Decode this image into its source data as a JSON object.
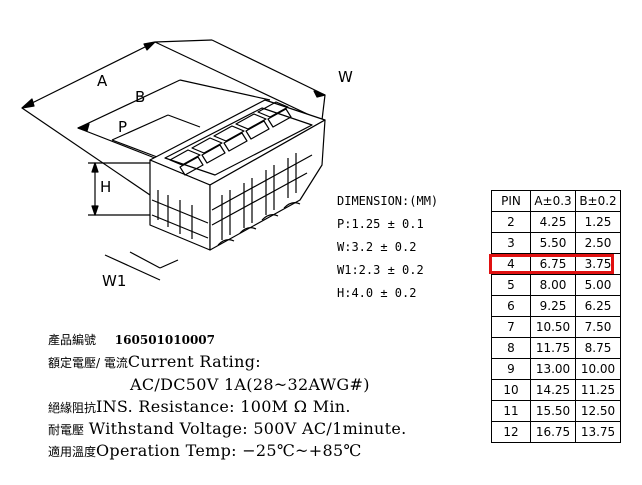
{
  "drawing": {
    "labels": {
      "a": "A",
      "b": "B",
      "p": "P",
      "w": "W",
      "h": "H",
      "w1": "W1"
    }
  },
  "dimensions": {
    "title": "DIMENSION:(MM)",
    "lines": [
      "P:1.25 ± 0.1",
      "W:3.2 ± 0.2",
      "W1:2.3 ± 0.2",
      "H:4.0 ± 0.2"
    ]
  },
  "specs": {
    "part_label": "產品編號",
    "part_number": "160501010007",
    "current_label": "額定電壓/ 電流",
    "current_text": "Current  Rating:",
    "current_value": "AC/DC50V  1A(28~32AWG#)",
    "insulation_label": "絕緣阻抗",
    "insulation_text": "INS. Resistance: 100M Ω Min.",
    "withstand_label": "耐電壓",
    "withstand_text": "Withstand  Voltage:  500V  AC/1minute.",
    "temp_label": "適用溫度",
    "temp_text": "Operation  Temp: −25℃~+85℃"
  },
  "table": {
    "headers": [
      "PIN",
      "A±0.3",
      "B±0.2"
    ],
    "rows": [
      [
        "2",
        "4.25",
        "1.25"
      ],
      [
        "3",
        "5.50",
        "2.50"
      ],
      [
        "4",
        "6.75",
        "3.75"
      ],
      [
        "5",
        "8.00",
        "5.00"
      ],
      [
        "6",
        "9.25",
        "6.25"
      ],
      [
        "7",
        "10.50",
        "7.50"
      ],
      [
        "8",
        "11.75",
        "8.75"
      ],
      [
        "9",
        "13.00",
        "10.00"
      ],
      [
        "10",
        "14.25",
        "11.25"
      ],
      [
        "11",
        "15.50",
        "12.50"
      ],
      [
        "12",
        "16.75",
        "13.75"
      ]
    ],
    "highlighted_pin": "4",
    "highlight_color": "#e01010"
  }
}
